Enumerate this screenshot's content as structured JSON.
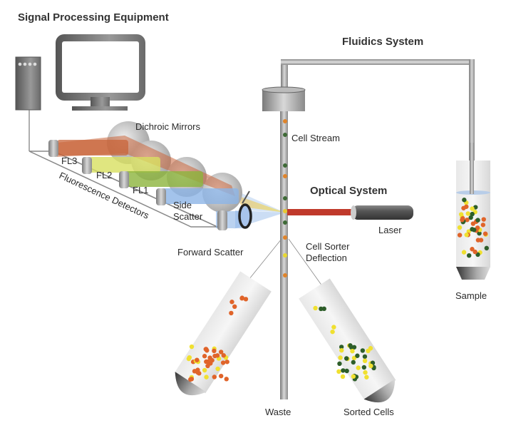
{
  "titles": {
    "signal_processing": "Signal Processing Equipment",
    "fluidics": "Fluidics System",
    "optical": "Optical System"
  },
  "labels": {
    "dichroic_mirrors": "Dichroic Mirrors",
    "cell_stream": "Cell Stream",
    "fl3": "FL3",
    "fl2": "FL2",
    "fl1": "FL1",
    "fluorescence_detectors": "Fluorescence Detectors",
    "side_scatter_1": "Side",
    "side_scatter_2": "Scatter",
    "forward_scatter": "Forward Scatter",
    "laser": "Laser",
    "cell_sorter_1": "Cell Sorter",
    "cell_sorter_2": "Deflection",
    "sample": "Sample",
    "waste": "Waste",
    "sorted_cells": "Sorted Cells"
  },
  "colors": {
    "fl3_beam": "#c8643a",
    "fl2_beam": "#d8e060",
    "fl1_beam": "#8cb43c",
    "side_beam": "#8cb4e6",
    "laser_beam": "#c0392b",
    "cell_orange": "#e0642a",
    "cell_yellow": "#f0e030",
    "cell_green": "#2e5e2a"
  }
}
